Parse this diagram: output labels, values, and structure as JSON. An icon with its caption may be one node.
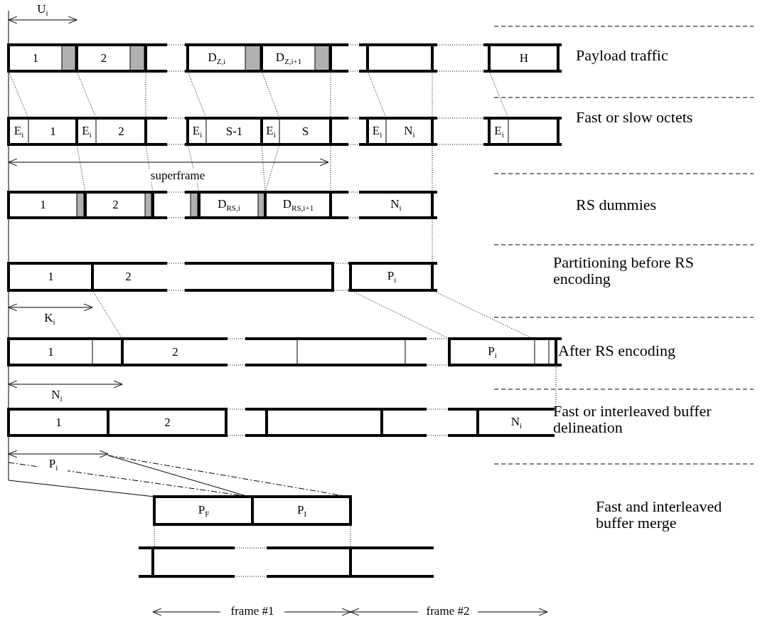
{
  "diagram": {
    "nodes": [
      {
        "text": [
          "1"
        ]
      },
      {
        "text": [
          "2"
        ]
      },
      {
        "text": [
          "D$_{Z,i}$"
        ]
      },
      {
        "text": [
          "D$_{Z,i+1}$"
        ]
      },
      {
        "text": [
          "H"
        ]
      },
      {
        "text": [
          "E$_{i}$"
        ]
      },
      {
        "text": [
          "1"
        ]
      },
      {
        "text": [
          "E$_{i}$"
        ]
      },
      {
        "text": [
          "2"
        ]
      },
      {
        "text": [
          "E$_{i}$"
        ]
      },
      {
        "text": [
          "S-1"
        ]
      },
      {
        "text": [
          "E$_{i}$"
        ]
      },
      {
        "text": [
          "S"
        ]
      },
      {
        "text": [
          "E$_{i}$"
        ]
      },
      {
        "text": [
          "N$_{i}$"
        ]
      },
      {
        "text": [
          "E$_{i}$"
        ]
      },
      {
        "text": [
          "1"
        ]
      },
      {
        "text": [
          "2"
        ]
      },
      {
        "text": [
          "D$_{RS,i}$"
        ]
      },
      {
        "text": [
          "D$_{RS,i+1}$"
        ]
      },
      {
        "text": [
          "N$_{i}$"
        ]
      },
      {
        "text": [
          "1"
        ]
      },
      {
        "text": [
          "2"
        ]
      },
      {
        "text": [
          "P$_{i}$"
        ]
      },
      {
        "text": [
          "1"
        ]
      },
      {
        "text": [
          "2"
        ]
      },
      {
        "text": [
          "P$_{i}$"
        ]
      },
      {
        "text": [
          "1"
        ]
      },
      {
        "text": [
          "2"
        ]
      },
      {
        "text": [
          "N$_{i}$"
        ]
      },
      {
        "text": [
          "P$_{F}$"
        ]
      },
      {
        "text": [
          "P$_{I}$"
        ]
      }
    ],
    "labels": [
      "U$_{i}$",
      "Payload traffic",
      "Fast or slow octets",
      "superframe",
      "RS dummies",
      "Partitioning before RS encoding",
      "K$_{i}$",
      "After RS encoding",
      "N$_{i}$",
      "Fast or interleaved buffer delineation",
      "P$_{i}$",
      "Fast and interleaved buffer merge",
      "frame #1",
      "frame #2"
    ]
  }
}
